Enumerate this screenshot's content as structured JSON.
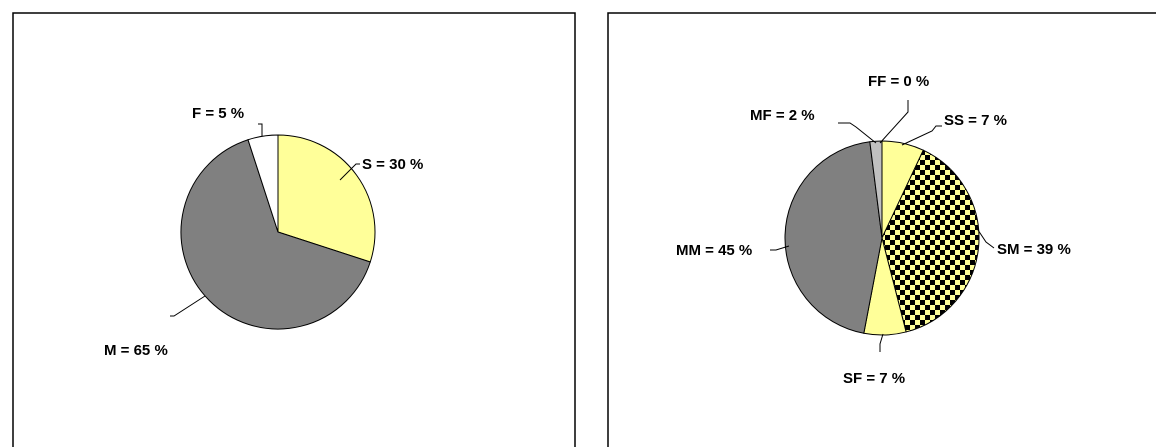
{
  "colors": {
    "yellow": "#ffff99",
    "gray": "#808080",
    "white": "#ffffff",
    "lightgray": "#c0c0c0",
    "black": "#000000"
  },
  "chart_data": [
    {
      "type": "pie",
      "slices": [
        {
          "label": "S = 30 %",
          "value": 30,
          "fill": "yellow"
        },
        {
          "label": "M = 65 %",
          "value": 65,
          "fill": "gray"
        },
        {
          "label": "F = 5 %",
          "value": 5,
          "fill": "white"
        }
      ]
    },
    {
      "type": "pie",
      "slices": [
        {
          "label": "SS = 7 %",
          "value": 7,
          "fill": "yellow"
        },
        {
          "label": "SM = 39 %",
          "value": 39,
          "fill": "checker"
        },
        {
          "label": "SF = 7 %",
          "value": 7,
          "fill": "yellow"
        },
        {
          "label": "MM = 45 %",
          "value": 45,
          "fill": "gray"
        },
        {
          "label": "MF = 2 %",
          "value": 2,
          "fill": "lightgray"
        },
        {
          "label": "FF = 0 %",
          "value": 0,
          "fill": "white"
        }
      ]
    }
  ]
}
